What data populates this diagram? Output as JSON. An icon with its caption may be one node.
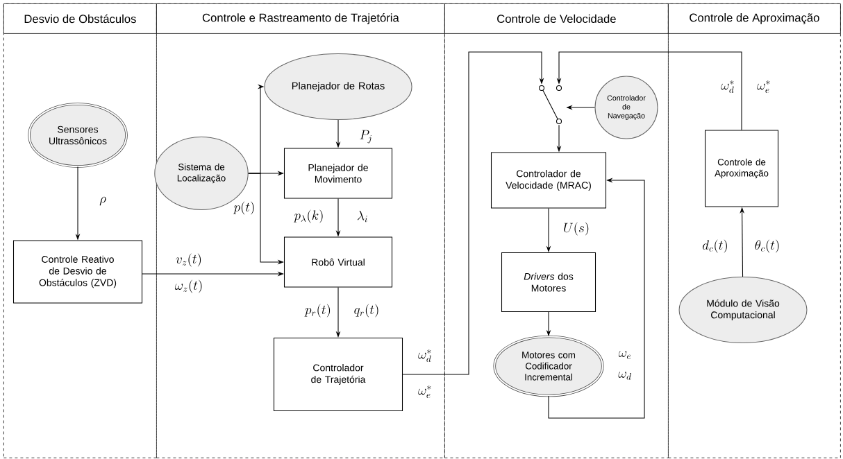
{
  "diagram": {
    "nodes": [
      {
        "text": [
          "Desvio de Obstáculos"
        ]
      },
      {
        "text": [
          "Controle e Rastreamento de Trajetória"
        ]
      },
      {
        "text": [
          "Controle de Velocidade"
        ]
      },
      {
        "text": [
          "Controle de Aproximação"
        ]
      },
      {
        "text": [
          "Sensores Ultrassônicos"
        ],
        "in": 0
      },
      {
        "text": [
          "Controle Reativo de Desvio de Obstáculos (ZVD)"
        ],
        "in": 0
      },
      {
        "text": [
          "Planejador de Rotas"
        ],
        "in": 1
      },
      {
        "text": [
          "Sistema de Localização"
        ],
        "in": 1
      },
      {
        "text": [
          "Planejador de Movimento"
        ],
        "in": 1
      },
      {
        "text": [
          "Robô Virtual"
        ],
        "in": 1
      },
      {
        "text": [
          "Controlador de Trajetória"
        ],
        "in": 1
      },
      {
        "text": [],
        "shape": "picture",
        "in": 2
      },
      {
        "text": [
          "Controlador de Navegação"
        ],
        "in": 2
      },
      {
        "text": [
          "Controlador de Velocidade  (MRAC)"
        ],
        "in": 2
      },
      {
        "text": [
          "*Drivers* dos Motores"
        ],
        "in": 2
      },
      {
        "text": [
          "Motores com Codificador Incremental"
        ],
        "in": 2
      },
      {
        "text": [
          "Controle de Aproximação"
        ],
        "in": 3
      },
      {
        "text": [
          "Módulo de Visão Computacional"
        ],
        "in": 3
      }
    ],
    "edges": [
      {
        "from": 4,
        "to": 5,
        "arrow": "to",
        "label": "\\rho"
      },
      {
        "from": 5,
        "to": 9,
        "arrow": "to",
        "label": "v_z(t)"
      },
      {
        "from": 7,
        "to": 8,
        "arrow": "to"
      },
      {
        "from": 7,
        "to": 6,
        "arrow": "to"
      },
      {
        "from": 7,
        "to": 9,
        "arrow": "to",
        "label": "p(t)"
      },
      {
        "from": 6,
        "to": 8,
        "arrow": "to",
        "label": "P_j"
      },
      {
        "from": 8,
        "to": 9,
        "arrow": "to",
        "label": "p_\\lambda(k)"
      },
      {
        "from": 9,
        "to": 10,
        "arrow": "to",
        "label": "p_r(t)"
      },
      {
        "from": 10,
        "to": 11,
        "arrow": "to",
        "label": "\\omega_d^*"
      },
      {
        "from": 16,
        "to": 11,
        "arrow": "to",
        "label": "\\omega_d^*"
      },
      {
        "from": 12,
        "to": 11,
        "arrow": "to"
      },
      {
        "from": 11,
        "to": 13,
        "arrow": "to"
      },
      {
        "from": 13,
        "to": 14,
        "arrow": "to",
        "label": "U(s)"
      },
      {
        "from": 14,
        "to": 15,
        "arrow": "to"
      },
      {
        "from": 15,
        "to": 13,
        "arrow": "to",
        "label": "\\omega_e"
      },
      {
        "from": 17,
        "to": 16,
        "arrow": "to",
        "label": "d_c(t)"
      }
    ],
    "labels": [
      "\\omega_z(t)",
      "\\lambda_i",
      "q_r(t)",
      "\\omega_e^*",
      "\\omega_e^*",
      "\\omega_d",
      "\\theta_c(t)"
    ]
  }
}
